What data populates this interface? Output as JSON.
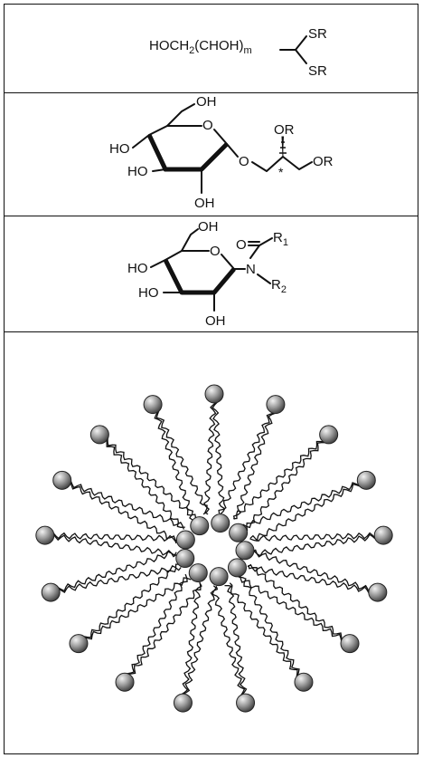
{
  "panels": [
    {
      "id": "dithioacetal",
      "formula_main": "HOCH",
      "formula_sub1": "2",
      "formula_mid": "(CHOH)",
      "formula_sub2": "m",
      "substituent_top": "SR",
      "substituent_bottom": "SR"
    },
    {
      "id": "glycosyl-glycerol",
      "labels": {
        "oh_top": "OH",
        "ho_left": "HO",
        "ho_mid": "HO",
        "oh_bottom": "OH",
        "ring_o": "O",
        "link_o": "O",
        "or_top": "OR",
        "or_right": "OR",
        "stereo_mark": "*"
      }
    },
    {
      "id": "glycosylamide",
      "labels": {
        "oh_top": "OH",
        "ho_left": "HO",
        "ho_mid": "HO",
        "oh_bottom": "OH",
        "ring_o": "O",
        "carbonyl_o": "O",
        "n": "N",
        "r1": "R",
        "r1_sub": "1",
        "r2": "R",
        "r2_sub": "2"
      }
    },
    {
      "id": "micelle",
      "outer_headgroups": 17,
      "inner_headgroups": 9,
      "colors": {
        "bead_light": "#f2f2f2",
        "bead_dark": "#3a3a3a",
        "chain": "#111111"
      }
    }
  ]
}
